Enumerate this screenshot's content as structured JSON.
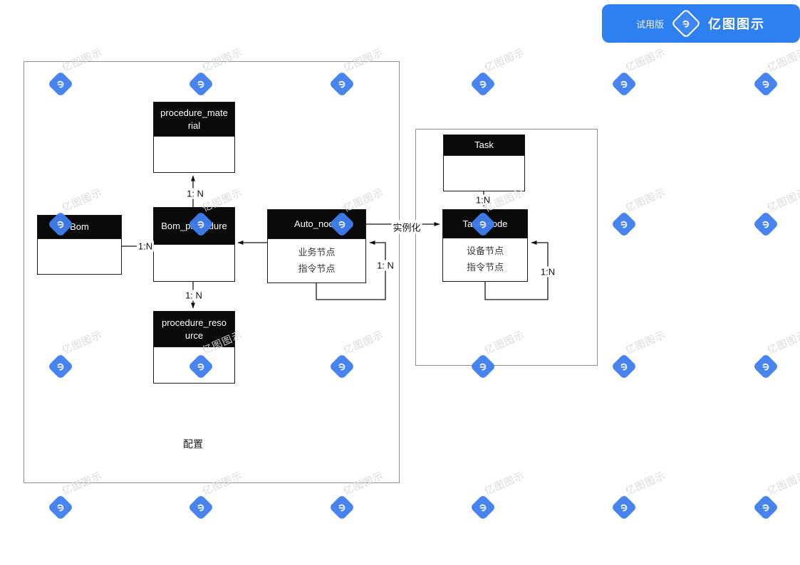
{
  "banner": {
    "trial_label": "试用版",
    "brand_name": "亿图图示",
    "background_color": "#2E7FF0"
  },
  "watermark": {
    "text": "亿图图示",
    "logo_color": "#3E7EF0",
    "text_color": "#D9D9D9",
    "columns_x": [
      85,
      282,
      480,
      678,
      876,
      1075
    ],
    "rows_y": [
      118,
      315,
      515,
      713
    ]
  },
  "diagram": {
    "groups": {
      "config": {
        "label": "配置"
      }
    },
    "entities": {
      "procedure_material": {
        "title": "procedure_material"
      },
      "bom": {
        "title": "Bom"
      },
      "bom_procedure": {
        "title": "Bom_procedure"
      },
      "auto_node": {
        "title": "Auto_node",
        "body_lines": [
          "业务节点",
          "指令节点"
        ]
      },
      "procedure_resource": {
        "title": "procedure_resource"
      },
      "task": {
        "title": "Task"
      },
      "task_node": {
        "title": "Task_node",
        "body_lines": [
          "设备节点",
          "指令节点"
        ]
      }
    },
    "relations": {
      "bom_to_bom_procedure": "1:N",
      "bom_procedure_to_procedure_material": "1: N",
      "bom_procedure_to_procedure_resource": "1: N",
      "auto_node_self": "1: N",
      "auto_node_to_task_node": "实例化",
      "task_to_task_node": "1:N",
      "task_node_self": "1:N"
    }
  }
}
